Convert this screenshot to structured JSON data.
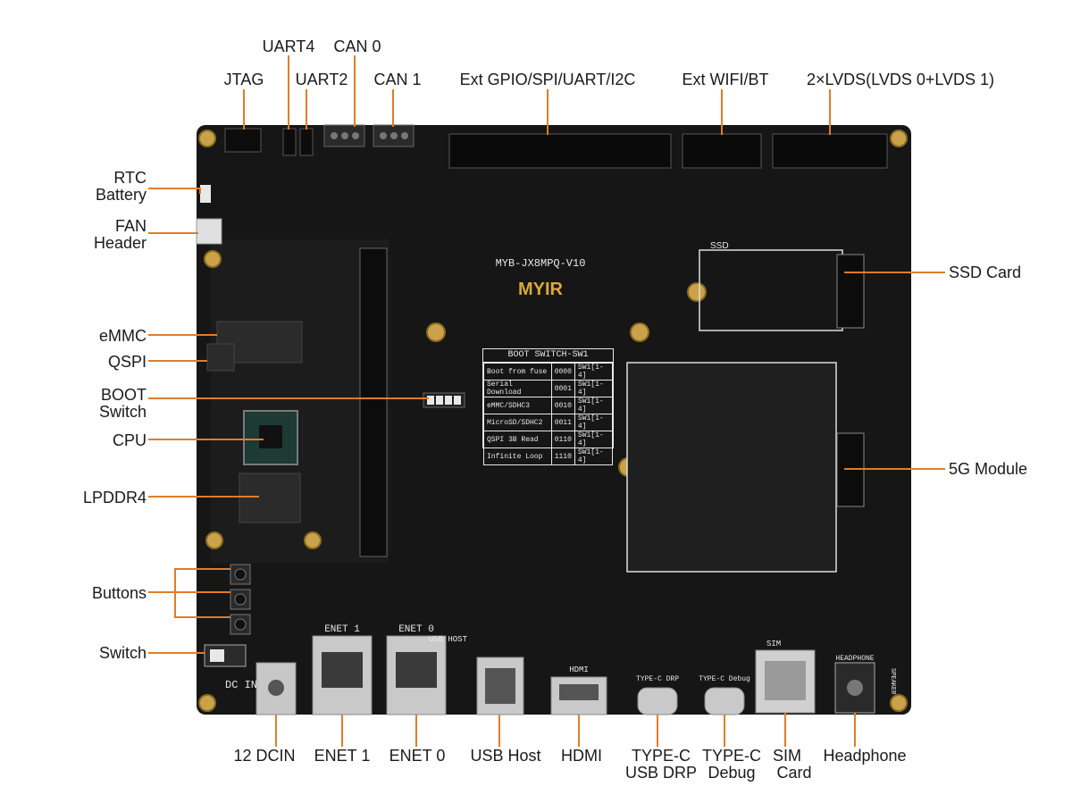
{
  "board": {
    "model": "MYB-JX8MPQ-V10",
    "brand": "MYIR",
    "ssd_silk": "SSD",
    "dcin_silk": "DC IN",
    "enet1_silk": "ENET 1",
    "enet0_silk": "ENET 0",
    "usb_silk": "USB HOST",
    "hdmi_silk": "HDMI",
    "typec_drp_silk": "TYPE-C DRP",
    "typec_debug_silk": "TYPE-C Debug",
    "sim_silk": "SIM",
    "headphone_silk": "HEADPHONE",
    "speaker_silk": "SPEAKER"
  },
  "boot_table": {
    "title": "BOOT SWITCH-SW1",
    "rows": [
      [
        "Boot from fuse",
        "0000",
        "SW1[1-4]"
      ],
      [
        "Serial Download",
        "0001",
        "SW1[1-4]"
      ],
      [
        "eMMC/SDHC3",
        "0010",
        "SW1[1-4]"
      ],
      [
        "MicroSD/SDHC2",
        "0011",
        "SW1[1-4]"
      ],
      [
        "QSPI 3B Read",
        "0110",
        "SW1[1-4]"
      ],
      [
        "Infinite Loop",
        "1110",
        "SW1[1-4]"
      ]
    ]
  },
  "labels": {
    "uart4": "UART4",
    "can0": "CAN 0",
    "jtag": "JTAG",
    "uart2": "UART2",
    "can1": "CAN 1",
    "ext_gpio": "Ext GPIO/SPI/UART/I2C",
    "ext_wifi": "Ext WIFI/BT",
    "lvds": "2×LVDS(LVDS 0+LVDS 1)",
    "rtc": "RTC",
    "battery": "Battery",
    "fan": "FAN",
    "header": "Header",
    "emmc": "eMMC",
    "qspi": "QSPI",
    "boot": "BOOT",
    "switch_word": "Switch",
    "cpu": "CPU",
    "lpddr4": "LPDDR4",
    "buttons": "Buttons",
    "switch": "Switch",
    "ssd_card": "SSD Card",
    "g5_module": "5G Module",
    "dcin": "12 DCIN",
    "enet1": "ENET 1",
    "enet0": "ENET 0",
    "usb_host": "USB Host",
    "hdmi": "HDMI",
    "typec1": "TYPE-C",
    "usb_drp": "USB DRP",
    "typec2": "TYPE-C",
    "debug": "Debug",
    "sim": "SIM",
    "card": "Card",
    "headphone": "Headphone"
  },
  "colors": {
    "pcb": "#161616",
    "leader": "#e07c2a",
    "text": "#1a1a1a",
    "mount_hole": "#c9a24a",
    "metal": "#c9c9c9",
    "silk": "#e8e8e8"
  }
}
